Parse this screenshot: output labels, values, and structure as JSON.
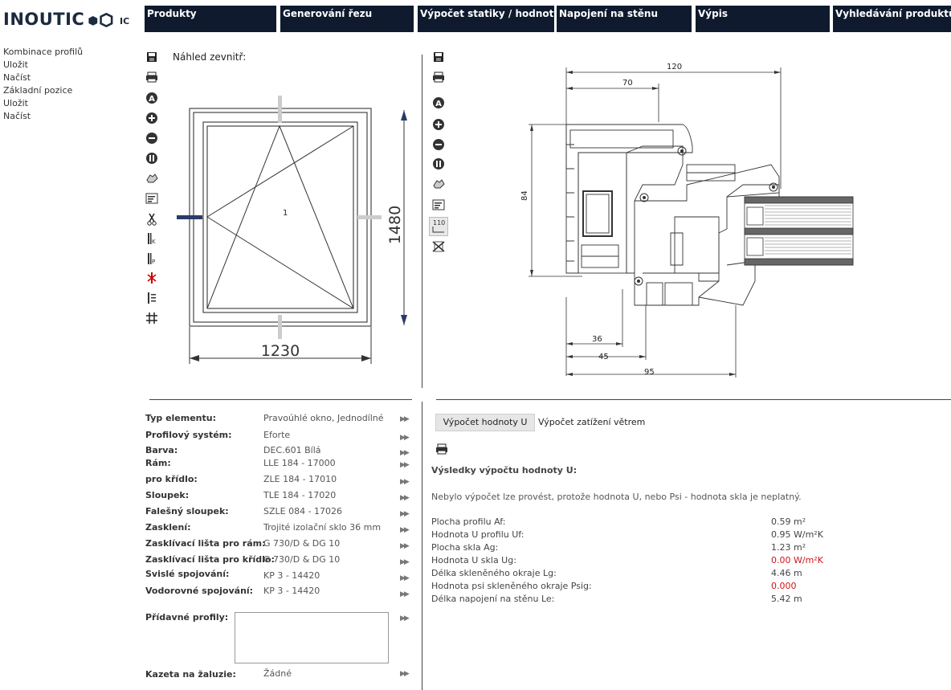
{
  "logo": {
    "text": "INOUTIC",
    "mark_text": "IC"
  },
  "nav": [
    "Produkty",
    "Generování řezu",
    "Výpočet statiky / hodnoty U",
    "Napojení na stěnu",
    "Výpis",
    "Vyhledávání produktů"
  ],
  "sidebar": {
    "groups": [
      {
        "title": "Kombinace profilů",
        "items": [
          "Uložit",
          "Načíst"
        ]
      },
      {
        "title": "Základní pozice",
        "items": [
          "Uložit",
          "Načíst"
        ]
      }
    ]
  },
  "preview": {
    "label": "Náhled zevnitř:",
    "width": "1230",
    "height": "1480",
    "sash_number": "1"
  },
  "section": {
    "dims": {
      "top_total": "120",
      "top_inner": "70",
      "left_height": "84",
      "b1": "36",
      "b2": "45",
      "b3": "95"
    },
    "tool_badge": "110"
  },
  "properties": [
    {
      "label": "Typ elementu:",
      "value": "Pravoúhlé okno, Jednodílné"
    },
    {
      "label": "Profilový systém:",
      "value": "Eforte"
    },
    {
      "label": "Barva:",
      "value": "DEC.601 Bílá"
    },
    {
      "label": "Rám:",
      "value": "LLE 184 - 17000"
    },
    {
      "label": "pro křídlo:",
      "value": "ZLE 184 - 17010"
    },
    {
      "label": "Sloupek:",
      "value": "TLE 184 - 17020"
    },
    {
      "label": "Falešný sloupek:",
      "value": "SZLE 084 - 17026"
    },
    {
      "label": "Zasklení:",
      "value": "Trojité izolační sklo 36 mm"
    },
    {
      "label": "Zasklívací lišta pro rám:",
      "value": "G 730/D & DG 10"
    },
    {
      "label": "Zasklívací lišta pro křídlo:",
      "value": "G 730/D & DG 10"
    },
    {
      "label": "Svislé spojování:",
      "value": "KP 3 - 14420"
    },
    {
      "label": "Vodorovné spojování:",
      "value": "KP 3 - 14420"
    }
  ],
  "extra_profiles": {
    "label": "Přídavné profily:"
  },
  "shutter": {
    "label": "Kazeta na žaluzie:",
    "value": "Žádné"
  },
  "tabs": {
    "active": "Výpočet hodnoty U",
    "other": "Výpočet zatížení větrem"
  },
  "results": {
    "title": "Výsledky výpočtu hodnoty U:",
    "message": "Nebylo výpočet lze provést, protože hodnota U, nebo Psi - hodnota skla je neplatný.",
    "rows": [
      {
        "label": "Plocha profilu Af:",
        "value": "0.59  m²",
        "color": "#444444"
      },
      {
        "label": "Hodnota U profilu Uf:",
        "value": "0.95 W/m²K",
        "color": "#444444"
      },
      {
        "label": "Plocha skla Ag:",
        "value": "1.23 m²",
        "color": "#444444"
      },
      {
        "label": "Hodnota U skla Ug:",
        "value": "0.00 W/m²K",
        "color": "#d0141a"
      },
      {
        "label": "Délka skleněného okraje Lg:",
        "value": "4.46 m",
        "color": "#444444"
      },
      {
        "label": "Hodnota psi skleněného okraje Psig:",
        "value": "0.000",
        "color": "#d0141a"
      },
      {
        "label": "Délka napojení na stěnu Le:",
        "value": "5.42 m",
        "color": "#444444"
      }
    ]
  }
}
